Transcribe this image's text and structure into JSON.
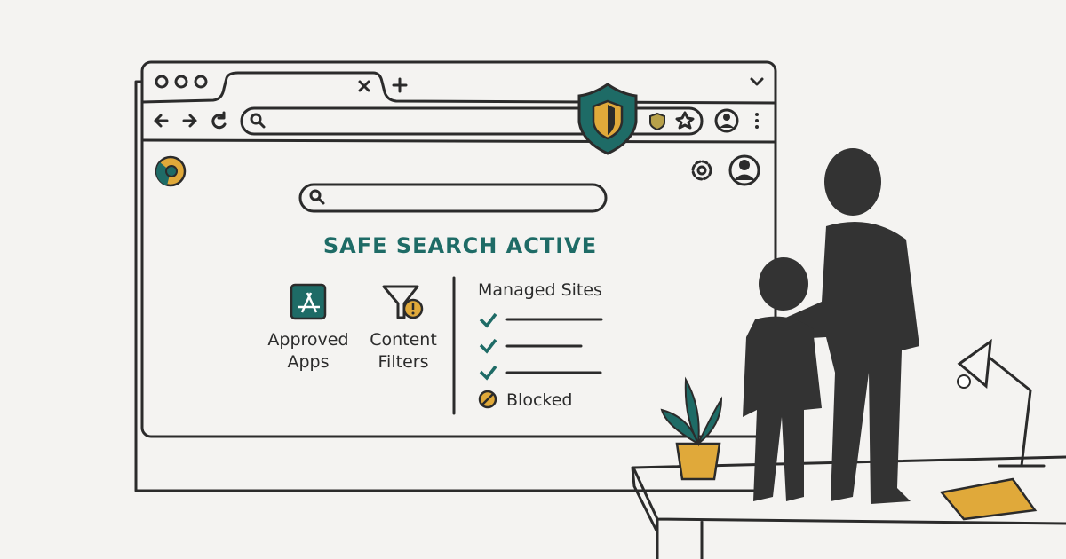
{
  "browser": {
    "new_tab_icon": "plus-icon",
    "close_tab_icon": "close-icon",
    "nav_icons": [
      "back-arrow-icon",
      "forward-arrow-icon",
      "reload-icon"
    ],
    "address_bar_icons": [
      "search-icon",
      "shield-icon",
      "star-icon"
    ]
  },
  "page": {
    "title": "SAFE SEARCH ACTIVE",
    "features": [
      {
        "label_line1": "Approved",
        "label_line2": "Apps",
        "icon": "app-store-icon"
      },
      {
        "label_line1": "Content",
        "label_line2": "Filters",
        "icon": "funnel-warning-icon"
      }
    ],
    "managed_sites": {
      "heading": "Managed Sites",
      "allowed_count": 3,
      "blocked_label": "Blocked"
    }
  },
  "colors": {
    "teal": "#1e6b66",
    "gold": "#e0a93a",
    "ink": "#2b2b2b",
    "background": "#f4f3f1"
  }
}
